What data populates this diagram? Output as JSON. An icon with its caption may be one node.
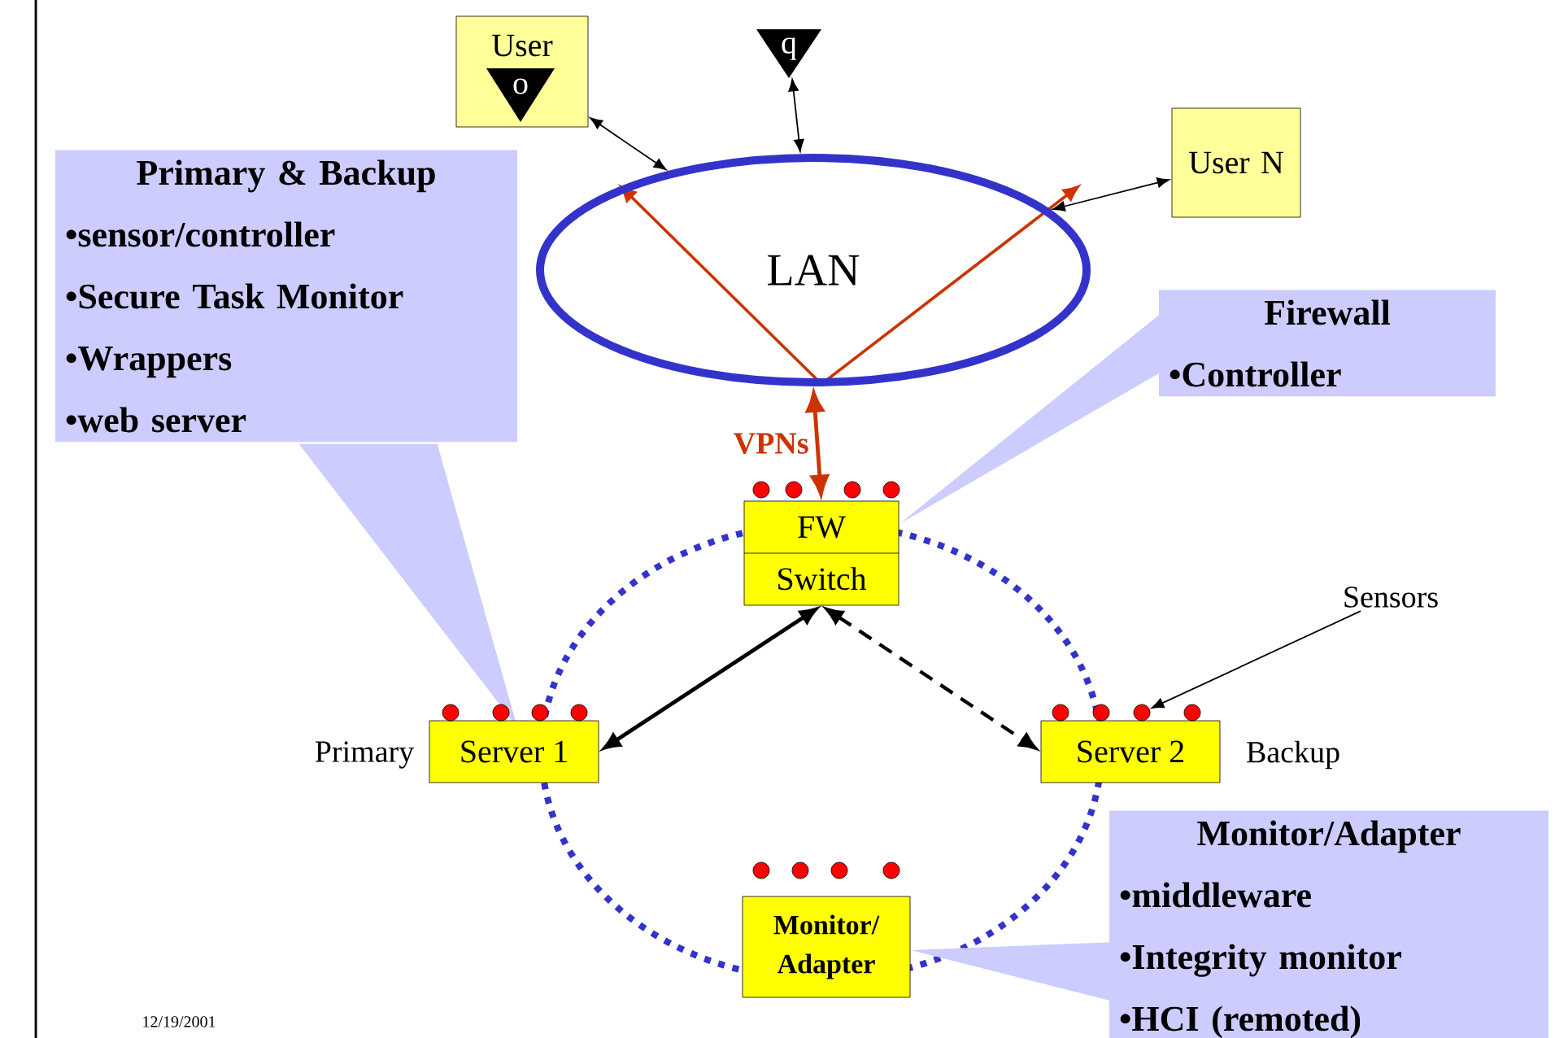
{
  "diagram": {
    "nodes": [
      {
        "text": [
          "User",
          "o"
        ]
      },
      {
        "text": [
          "q"
        ]
      },
      {
        "text": [
          "User N"
        ]
      },
      {
        "text": [
          "LAN"
        ]
      },
      {
        "text": [
          "Primary & Backup",
          "•sensor/controller",
          "•Secure Task Monitor",
          "•Wrappers",
          "•web server"
        ]
      },
      {
        "text": [
          "Firewall",
          "•Controller"
        ]
      },
      {
        "text": [
          "FW",
          "Switch"
        ]
      },
      {
        "text": [
          "Server 1"
        ],
        "beside": [
          "Primary"
        ]
      },
      {
        "text": [
          "Server 2"
        ],
        "beside": [
          "Backup"
        ]
      },
      {
        "text": [
          "Monitor/ Adapter"
        ]
      },
      {
        "text": [
          "Monitor/Adapter",
          "•middleware",
          "•Integrity monitor",
          "•HCI (remoted)"
        ]
      },
      {
        "text": [
          "Sensors"
        ]
      },
      {
        "text": [],
        "shape": "circle"
      },
      {
        "text": [],
        "shape": "circle"
      },
      {
        "text": [],
        "shape": "circle"
      },
      {
        "text": [],
        "shape": "circle"
      },
      {
        "text": [],
        "shape": "circle"
      },
      {
        "text": [],
        "shape": "circle"
      },
      {
        "text": [],
        "shape": "circle"
      },
      {
        "text": [],
        "shape": "circle"
      },
      {
        "text": [],
        "shape": "circle"
      },
      {
        "text": [],
        "shape": "circle"
      },
      {
        "text": [],
        "shape": "circle"
      },
      {
        "text": [],
        "shape": "circle"
      },
      {
        "text": [],
        "shape": "circle"
      },
      {
        "text": [],
        "shape": "circle"
      },
      {
        "text": [],
        "shape": "circle"
      },
      {
        "text": [],
        "shape": "circle"
      }
    ],
    "edges": [
      {
        "from": 0,
        "to": 3,
        "arrow": "both"
      },
      {
        "from": 1,
        "to": 3,
        "arrow": "both"
      },
      {
        "from": 2,
        "to": 3,
        "arrow": "both"
      },
      {
        "from": 6,
        "to": 3,
        "arrow": "both",
        "label": "VPNs",
        "color": "#cc3300",
        "style": "thick"
      },
      {
        "from": 6,
        "to": 7,
        "arrow": "both",
        "style": "thick"
      },
      {
        "from": 6,
        "to": 8,
        "arrow": "both",
        "style": "dashed"
      },
      {
        "from": 11,
        "to": 22,
        "arrow": "to"
      }
    ],
    "labels": [
      "12/19/2001"
    ]
  }
}
